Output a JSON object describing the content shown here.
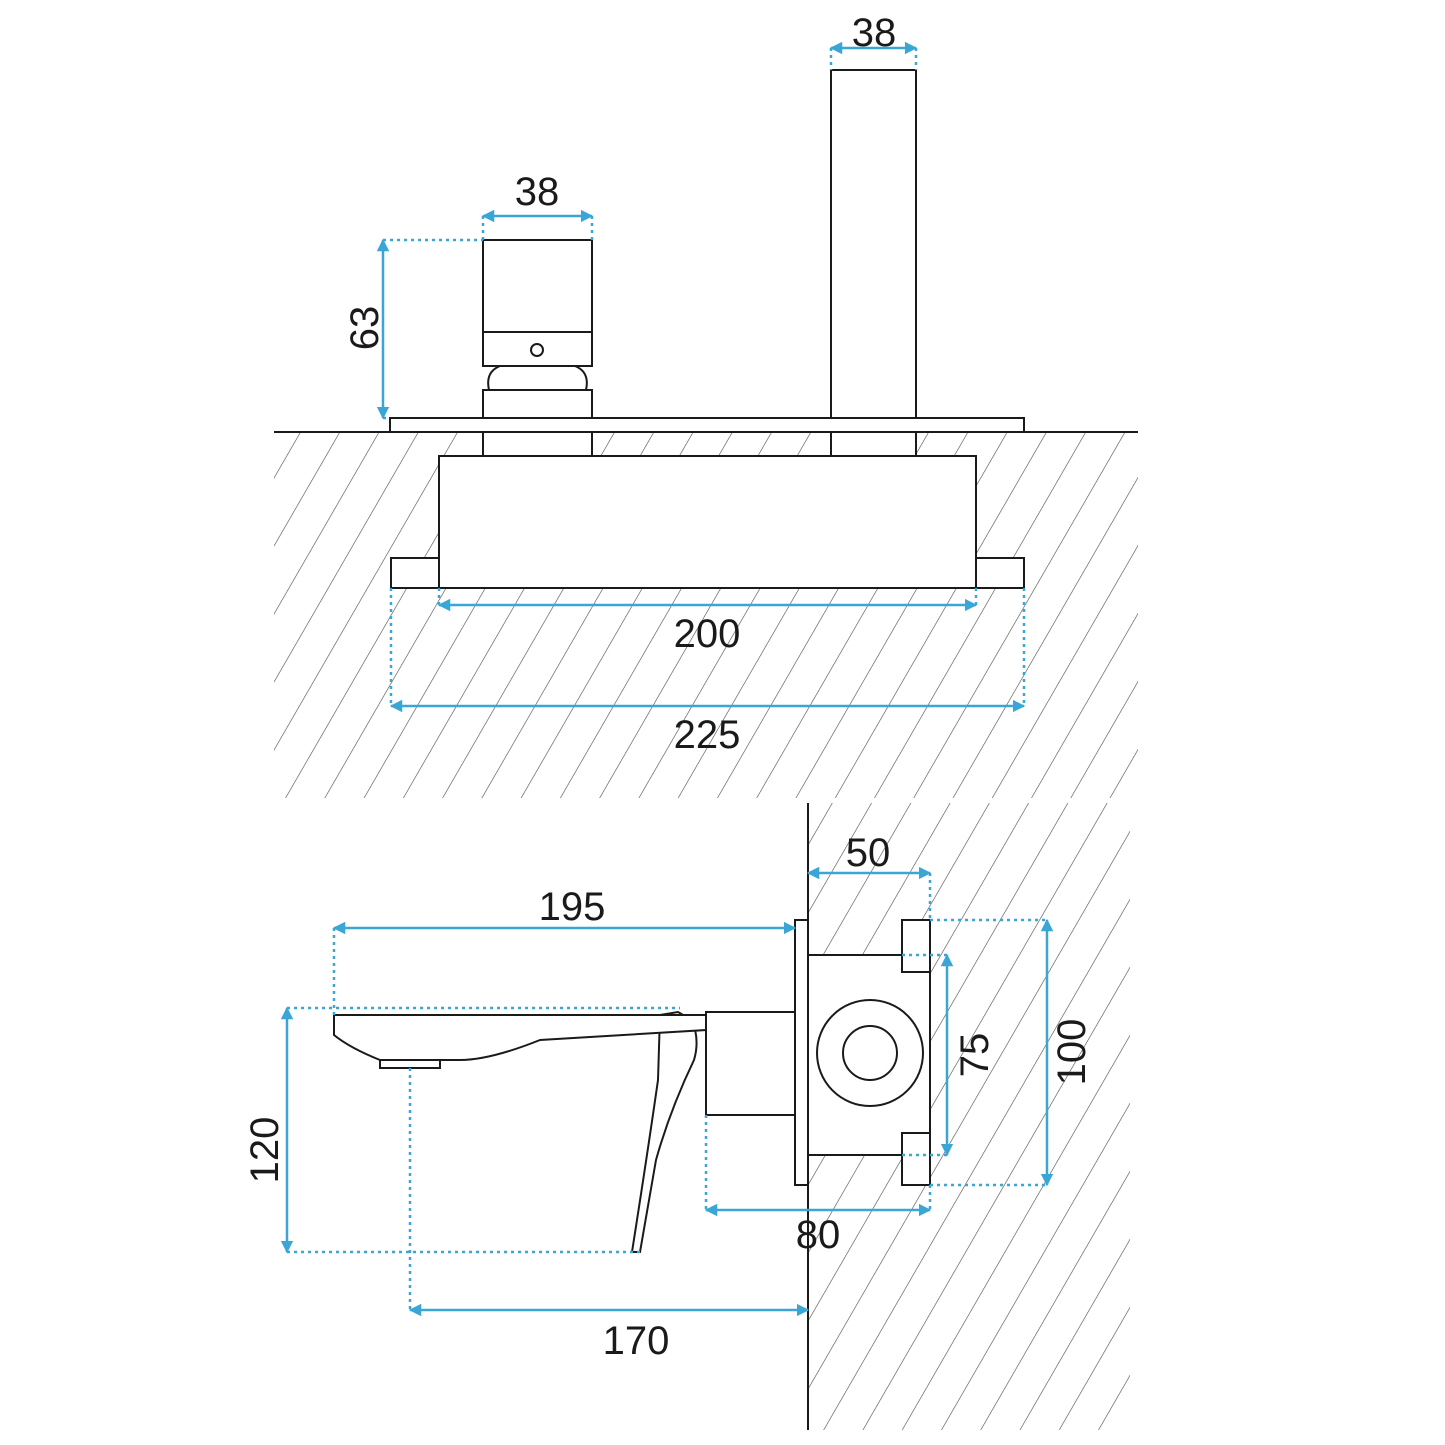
{
  "colors": {
    "dimension": "#3aa6d6",
    "outline": "#1a1a1a",
    "background": "#ffffff"
  },
  "top_view": {
    "spout_width": "38",
    "handle_width": "38",
    "handle_height": "63",
    "box_width": "200",
    "plate_width": "225"
  },
  "side_view": {
    "wall_depth": "50",
    "spout_reach": "195",
    "outlet_height": "120",
    "outlet_to_wall": "170",
    "mount_depth": "80",
    "box_inner_height": "75",
    "box_outer_height": "100"
  }
}
